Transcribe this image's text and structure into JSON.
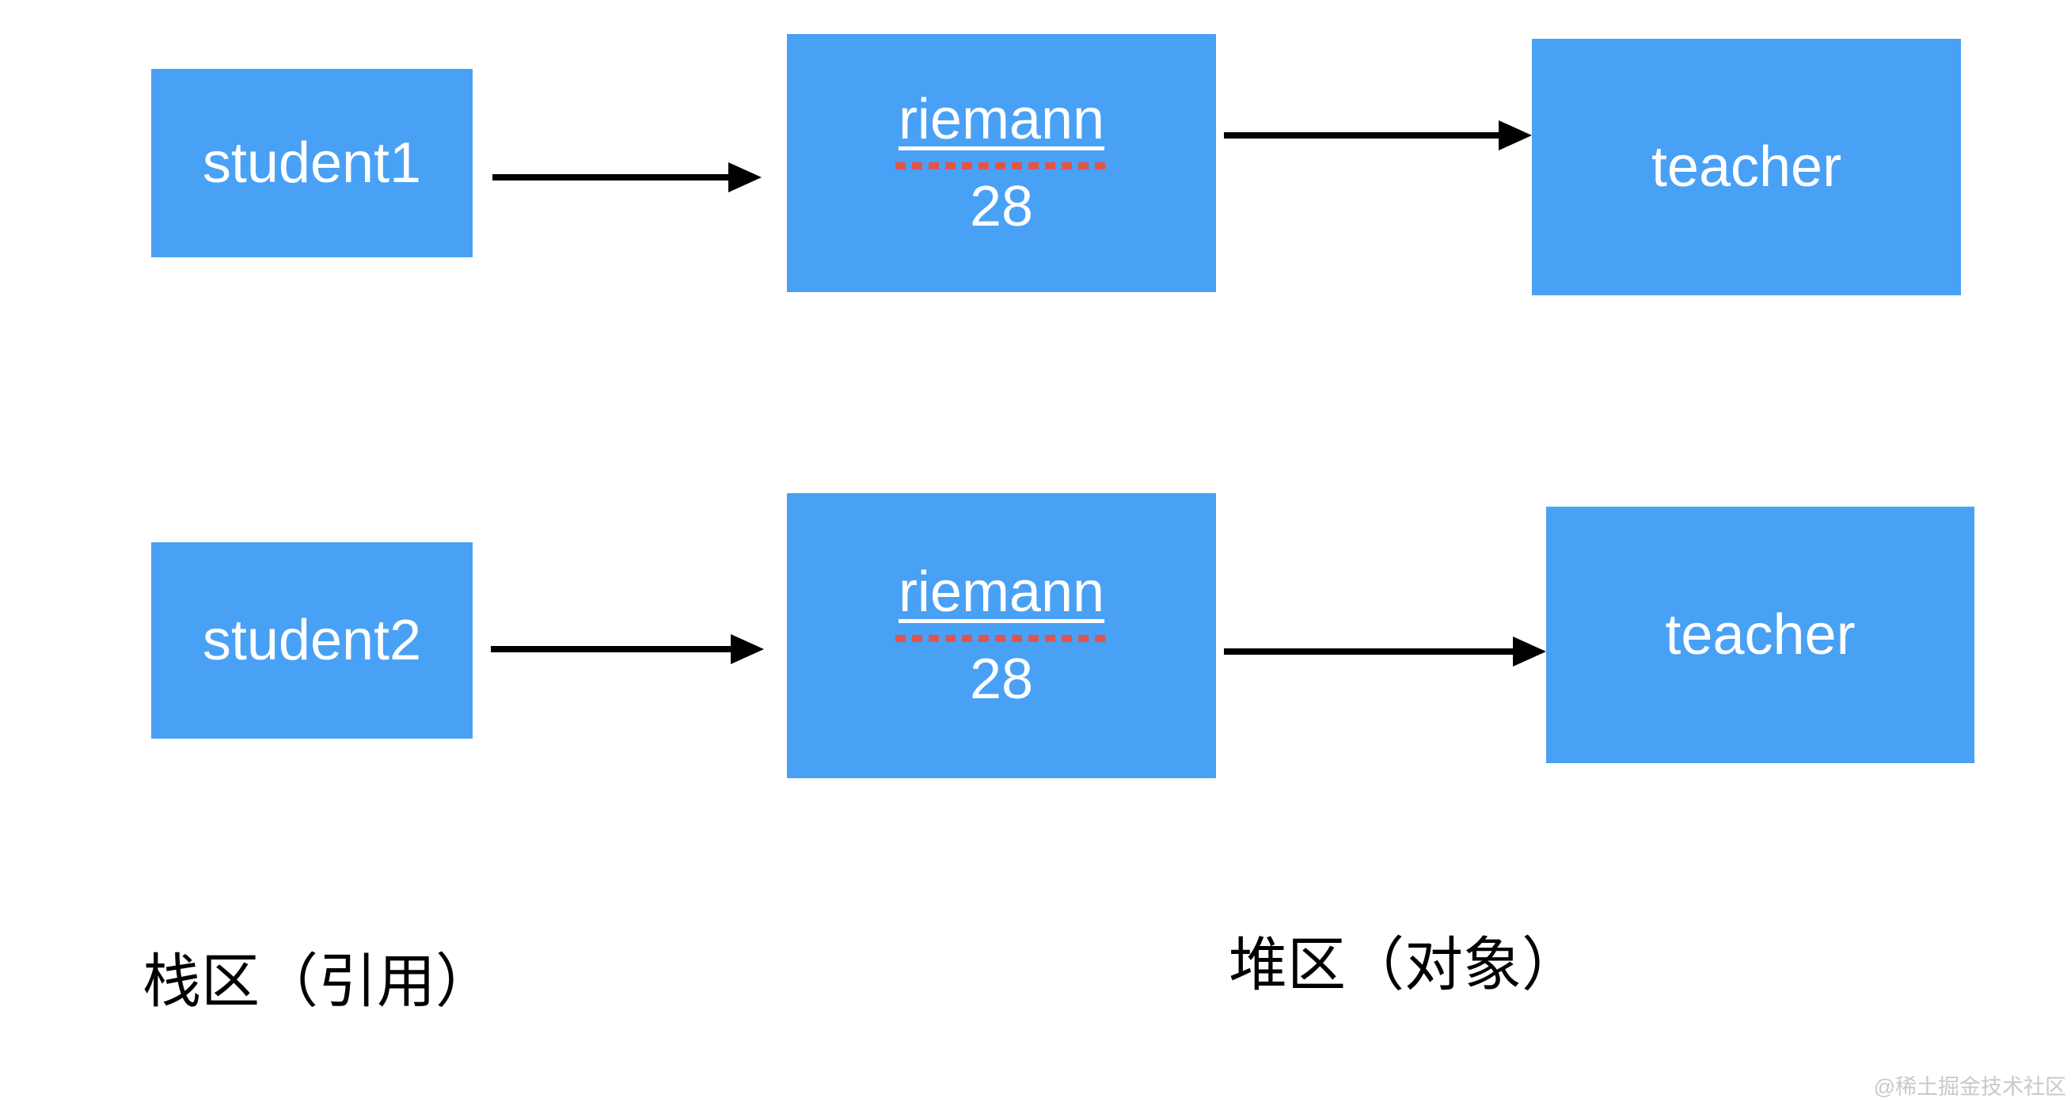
{
  "page": {
    "watermark": "@稀土掘金技术社区"
  },
  "colors": {
    "box_blue": "#49A1F5",
    "box_text": "#FFFFFF",
    "arrow_black": "#000000",
    "label_text": "#000000",
    "spellcheck_red": "#E2544A",
    "watermark_gray": "#C9C9C9"
  },
  "diagram": {
    "rows": [
      {
        "reference": {
          "label": "student1"
        },
        "object": {
          "name": "riemann",
          "age": "28"
        },
        "target": {
          "label": "teacher"
        }
      },
      {
        "reference": {
          "label": "student2"
        },
        "object": {
          "name": "riemann",
          "age": "28"
        },
        "target": {
          "label": "teacher"
        }
      }
    ],
    "legend": {
      "stack": "栈区（引用）",
      "heap": "堆区（对象）"
    }
  }
}
